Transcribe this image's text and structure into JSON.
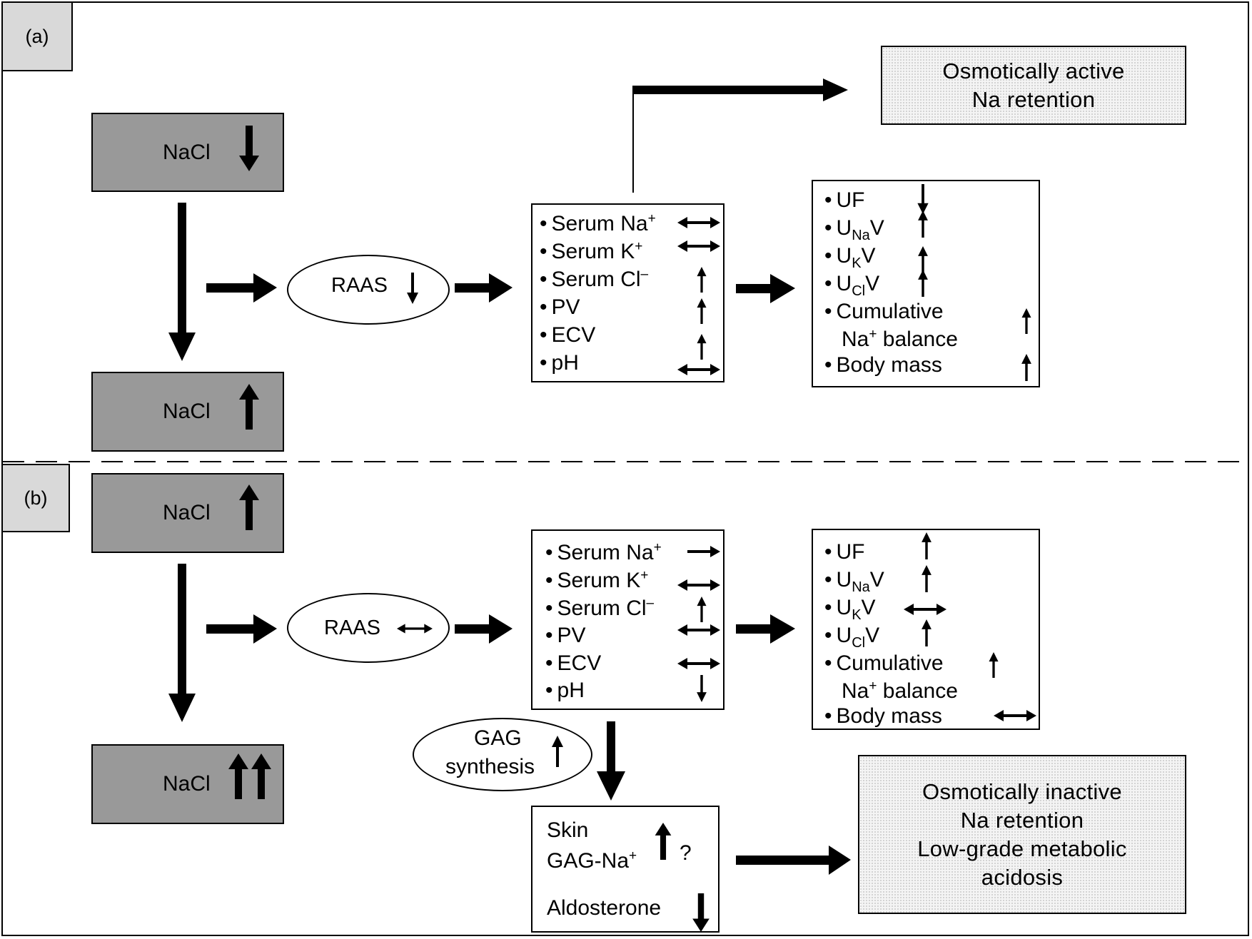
{
  "panel_a": {
    "tab": "(a)",
    "nacl_top": "NaCl",
    "nacl_bottom": "NaCl",
    "raas": "RAAS",
    "serum_items": [
      "Serum Na",
      "Serum K",
      "Serum Cl",
      "PV",
      "ECV",
      "pH"
    ],
    "urine_items": [
      "UF",
      "U",
      "U",
      "U",
      "Cumulative",
      "Na",
      "Body mass"
    ],
    "urine_sub": [
      "Na",
      "K",
      "Cl"
    ],
    "urine_v": "V",
    "balance_suffix": " balance",
    "outcome_line1": "Osmotically active",
    "outcome_line2": "Na retention"
  },
  "panel_b": {
    "tab": "(b)",
    "nacl_top": "NaCl",
    "nacl_bottom": "NaCl",
    "raas": "RAAS",
    "serum_items": [
      "Serum Na",
      "Serum K",
      "Serum Cl",
      "PV",
      "ECV",
      "pH"
    ],
    "urine_items": [
      "UF",
      "U",
      "U",
      "U",
      "Cumulative",
      "Na",
      "Body mass"
    ],
    "urine_sub": [
      "Na",
      "K",
      "Cl"
    ],
    "urine_v": "V",
    "balance_suffix": " balance",
    "gag_line1": "GAG",
    "gag_line2": "synthesis",
    "skin_line1": "Skin",
    "skin_line2": "GAG-Na",
    "skin_question": "?",
    "aldosterone": "Aldosterone",
    "outcome_line1": "Osmotically inactive",
    "outcome_line2": "Na retention",
    "outcome_line3": "Low-grade metabolic",
    "outcome_line4": "acidosis"
  },
  "symbols": {
    "bullet": "•",
    "plus": "+",
    "minus": "–"
  }
}
